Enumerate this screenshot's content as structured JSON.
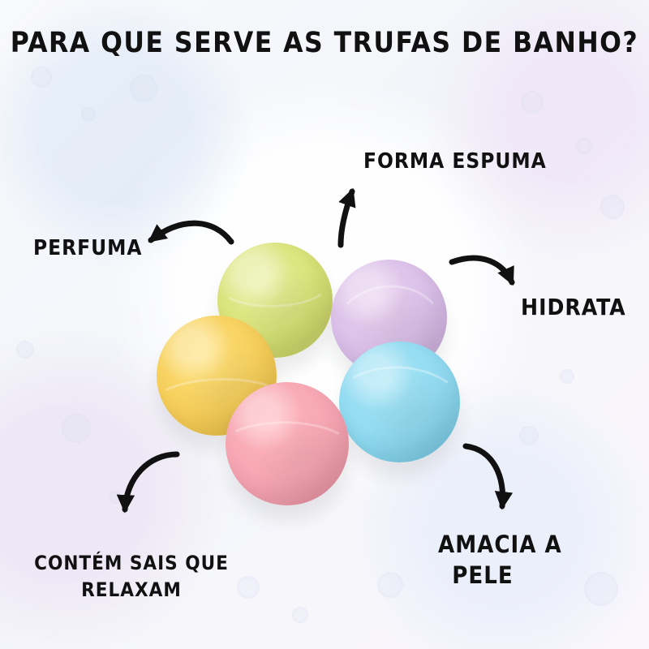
{
  "title": "Para que serve as trufas de Banho?",
  "labels": {
    "perfuma": "Perfuma",
    "forma_espuma": "Forma espuma",
    "hidrata": "Hidrata",
    "contem_line_1": "Contém sais que",
    "contem_line_2": "relaxam",
    "amacia_line_1": "Amacia a",
    "amacia_line_2": "pele"
  },
  "icons": {
    "perfuma_arrow": "curved-arrow-left-icon",
    "forma_espuma_arrow": "curved-arrow-up-icon",
    "hidrata_arrow": "curved-arrow-right-icon",
    "contem_arrow": "curved-arrow-down-left-icon",
    "amacia_arrow": "curved-arrow-down-icon"
  },
  "bath_bomb_colors": [
    "#d7e175",
    "#d8bde7",
    "#f5cd58",
    "#8ed9f0",
    "#f5a4b1"
  ]
}
